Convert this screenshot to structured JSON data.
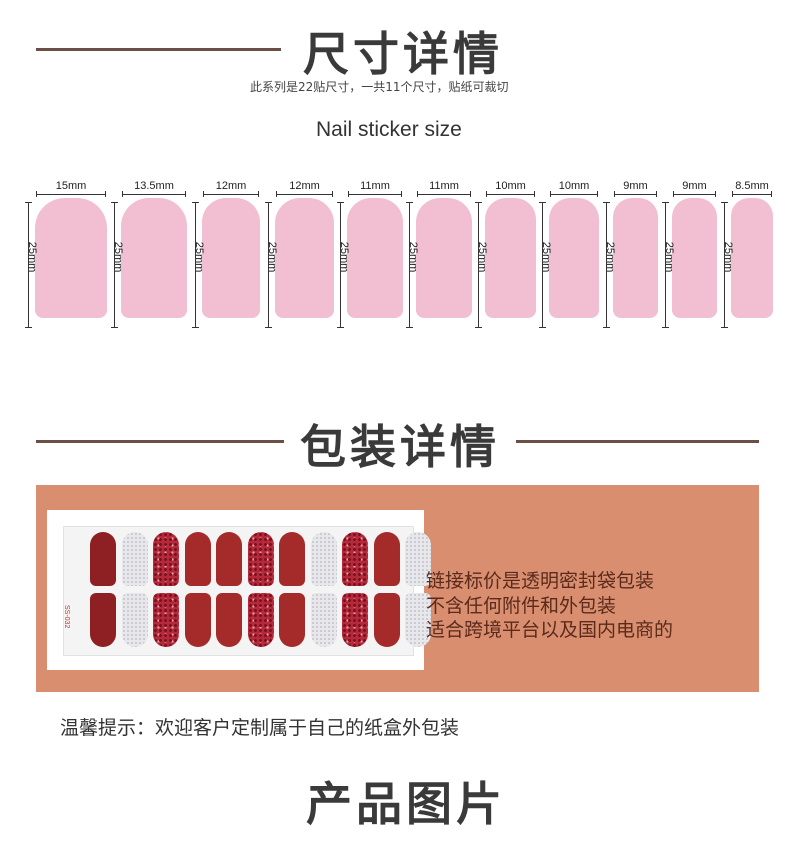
{
  "size_section": {
    "title": "尺寸详情",
    "subtitle": "此系列是22贴尺寸，一共11个尺寸，贴纸可裁切",
    "nail_title": "Nail sticker size",
    "height_label": "25mm",
    "widths": [
      "15mm",
      "13.5mm",
      "12mm",
      "12mm",
      "11mm",
      "11mm",
      "10mm",
      "10mm",
      "9mm",
      "9mm",
      "8.5mm"
    ]
  },
  "package_section": {
    "title": "包装详情",
    "sheet_code": "SS-032",
    "lines": [
      "链接标价是透明密封袋包装",
      "不含任何附件和外包装",
      "适合跨境平台以及国内电商的"
    ],
    "tip": "温馨提示：欢迎客户定制属于自己的纸盒外包装"
  },
  "product_section": {
    "title": "产品图片"
  },
  "colors": {
    "nail_pink": "#f2bfd2",
    "rule_brown": "#6b4e45",
    "package_bg": "#d98f6f",
    "package_text": "#5a2a1c"
  }
}
